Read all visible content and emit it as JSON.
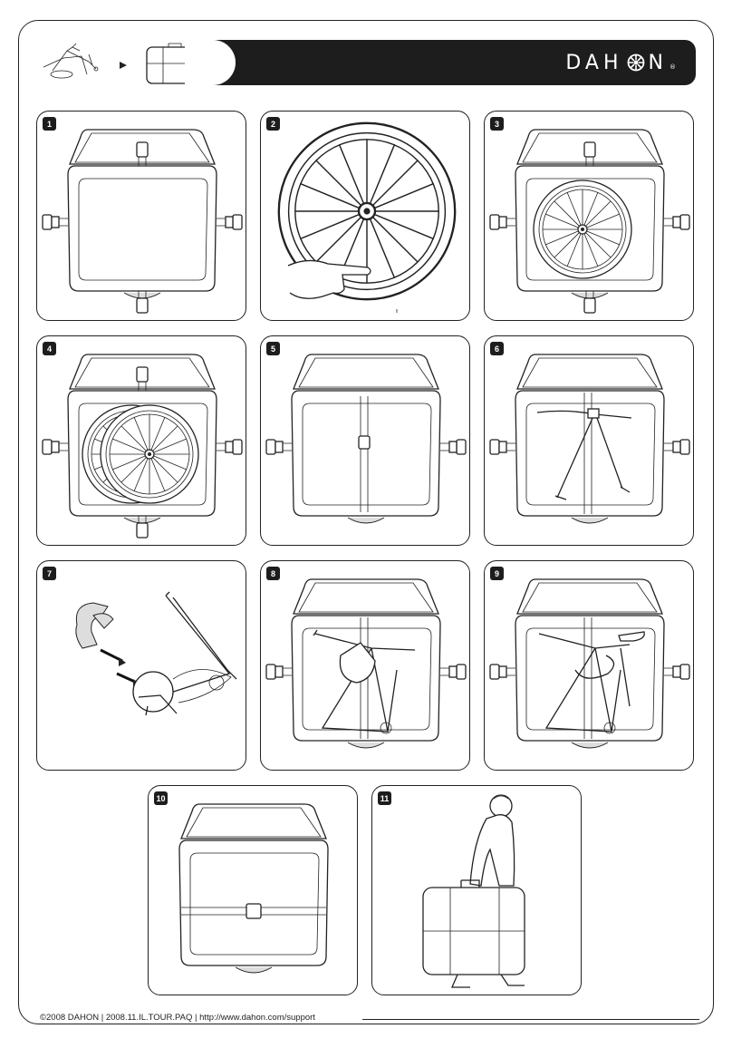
{
  "header": {
    "brand": "DAHON",
    "brand_mark": "®"
  },
  "steps": [
    {
      "number": "1"
    },
    {
      "number": "2"
    },
    {
      "number": "3"
    },
    {
      "number": "4"
    },
    {
      "number": "5"
    },
    {
      "number": "6"
    },
    {
      "number": "7"
    },
    {
      "number": "8"
    },
    {
      "number": "9"
    },
    {
      "number": "10"
    },
    {
      "number": "11"
    }
  ],
  "footer": {
    "text": "©2008 DAHON  |  2008.11.IL.TOUR.PAQ  |  http://www.dahon.com/support"
  }
}
